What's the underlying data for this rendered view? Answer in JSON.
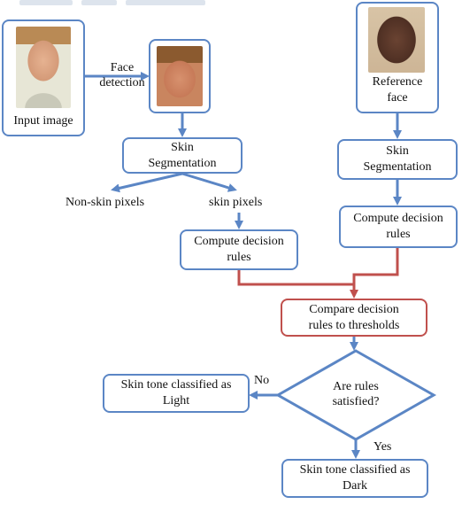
{
  "nodes": {
    "input_image": "Input image",
    "face_detection": "Face\ndetection",
    "reference_face": "Reference\nface",
    "skin_seg_left": "Skin\nSegmentation",
    "skin_seg_right": "Skin\nSegmentation",
    "non_skin_pixels": "Non-skin pixels",
    "skin_pixels": "skin pixels",
    "compute_left": "Compute decision\nrules",
    "compute_right": "Compute decision\nrules",
    "compare": "Compare decision\nrules to thresholds",
    "decision": "Are rules\nsatisfied?",
    "light": "Skin tone classified as\nLight",
    "dark": "Skin tone classified as\nDark",
    "no_label": "No",
    "yes_label": "Yes"
  },
  "colors": {
    "blue": "#5b86c5",
    "red": "#c0504d"
  }
}
